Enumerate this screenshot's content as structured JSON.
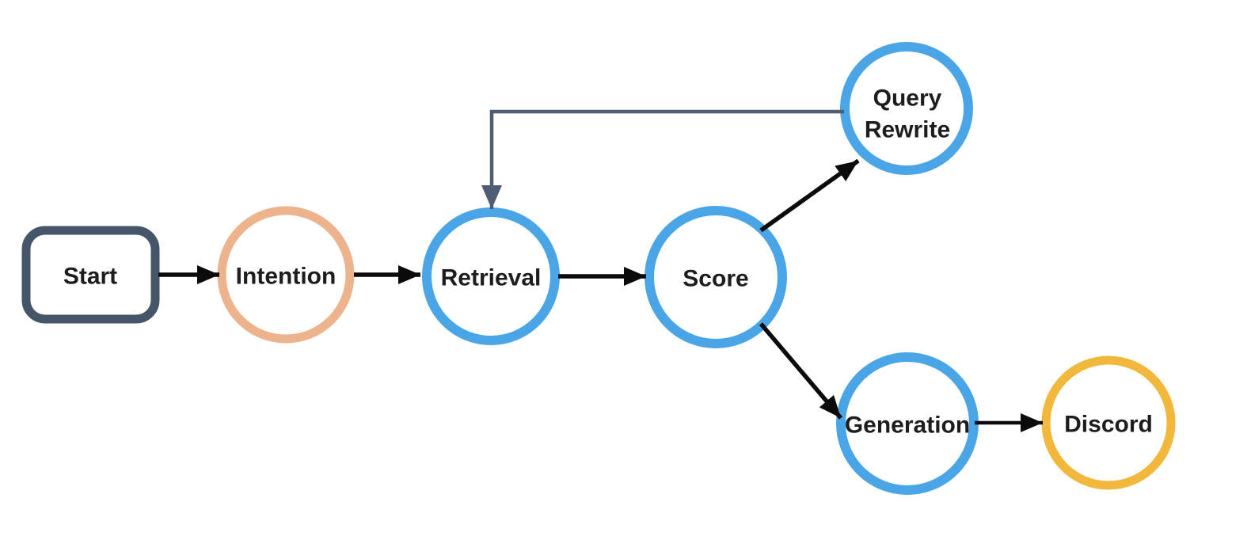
{
  "diagram": {
    "type": "flowchart",
    "background_color": "#ffffff",
    "text_color": "#1d1d1d",
    "nodes": [
      {
        "id": "start",
        "label": "Start",
        "shape": "rounded-rectangle",
        "border_color": "#45566b"
      },
      {
        "id": "intention",
        "label": "Intention",
        "shape": "circle",
        "border_color": "#edb38c"
      },
      {
        "id": "retrieval",
        "label": "Retrieval",
        "shape": "circle",
        "border_color": "#4aa5e7"
      },
      {
        "id": "score",
        "label": "Score",
        "shape": "circle",
        "border_color": "#4aa5e7"
      },
      {
        "id": "query-rewrite",
        "label_line1": "Query",
        "label_line2": "Rewrite",
        "shape": "circle",
        "border_color": "#4aa5e7"
      },
      {
        "id": "generation",
        "label": "Generation",
        "shape": "circle",
        "border_color": "#4aa5e7"
      },
      {
        "id": "discord",
        "label": "Discord",
        "shape": "circle",
        "border_color": "#f1b83c"
      }
    ],
    "edges": [
      {
        "from": "start",
        "to": "intention",
        "type": "arrow",
        "color": "#0b0b0b"
      },
      {
        "from": "intention",
        "to": "retrieval",
        "type": "arrow",
        "color": "#0b0b0b"
      },
      {
        "from": "retrieval",
        "to": "score",
        "type": "arrow",
        "color": "#0b0b0b"
      },
      {
        "from": "score",
        "to": "query-rewrite",
        "type": "arrow",
        "color": "#0b0b0b"
      },
      {
        "from": "score",
        "to": "generation",
        "type": "arrow",
        "color": "#0b0b0b"
      },
      {
        "from": "generation",
        "to": "discord",
        "type": "arrow",
        "color": "#0b0b0b"
      },
      {
        "from": "query-rewrite",
        "to": "retrieval",
        "type": "feedback-arrow",
        "color": "#4e5d73"
      }
    ]
  }
}
